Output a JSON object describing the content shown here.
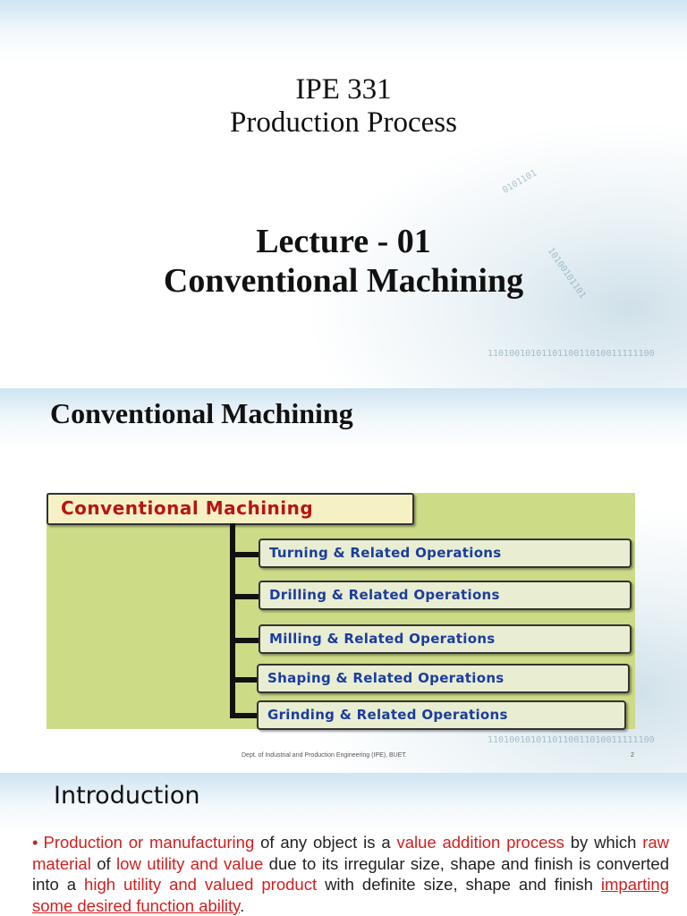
{
  "slide1": {
    "course_code": "IPE 331",
    "course_name": "Production Process",
    "lecture": "Lecture - 01",
    "lecture_topic": "Conventional Machining",
    "deco_binary": [
      "1101001010110110011010011111100",
      "0101101",
      "10100101101"
    ]
  },
  "slide2": {
    "title": "Conventional Machining",
    "diagram": {
      "root": "Conventional Machining",
      "operations": [
        "Turning & Related Operations",
        "Drilling & Related Operations",
        "Milling & Related Operations",
        "Shaping & Related Operations",
        "Grinding & Related Operations"
      ],
      "colors": {
        "background": "#ccdb86",
        "root_text": "#b81414",
        "op_text": "#1b3d9e"
      }
    },
    "footer": "Dept. of Industrial and Production Engineering (IPE), BUET.",
    "page_number": "2",
    "deco_binary": [
      "1101001010110110011010011111100"
    ]
  },
  "slide3": {
    "title": "Introduction",
    "bullet": {
      "p1": "Production or manufacturing",
      "t1": " of any object is a ",
      "p2": "value addition process",
      "t2": " by which ",
      "p3": "raw material",
      "t3": " of ",
      "p4": "low utility and value",
      "t4": " due to its irregular size, shape and finish is converted into a ",
      "p5": "high utility and valued product",
      "t5": " with definite size, shape and finish ",
      "p6": "imparting some desired function ability",
      "t6": "."
    }
  }
}
